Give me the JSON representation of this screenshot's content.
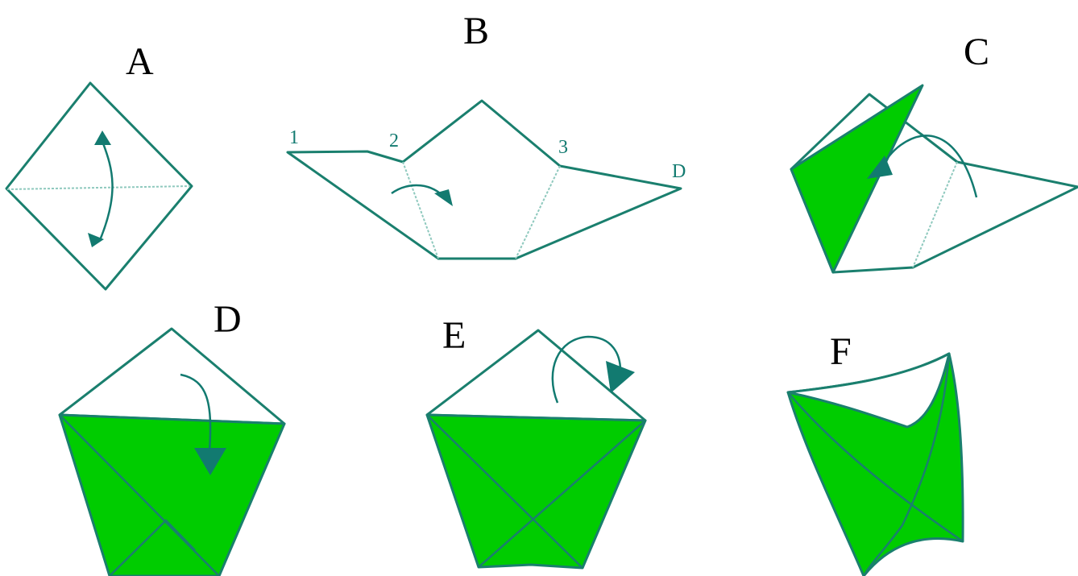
{
  "steps": {
    "a": {
      "label": "A"
    },
    "b": {
      "label": "B",
      "points": [
        "1",
        "2",
        "3",
        "D"
      ]
    },
    "c": {
      "label": "C"
    },
    "d": {
      "label": "D"
    },
    "e": {
      "label": "E"
    },
    "f": {
      "label": "F"
    }
  },
  "colors": {
    "line": "#1a7f6e",
    "fill_green": "#00cc00",
    "arrow": "#127a70",
    "crease": "#8fc9be"
  }
}
